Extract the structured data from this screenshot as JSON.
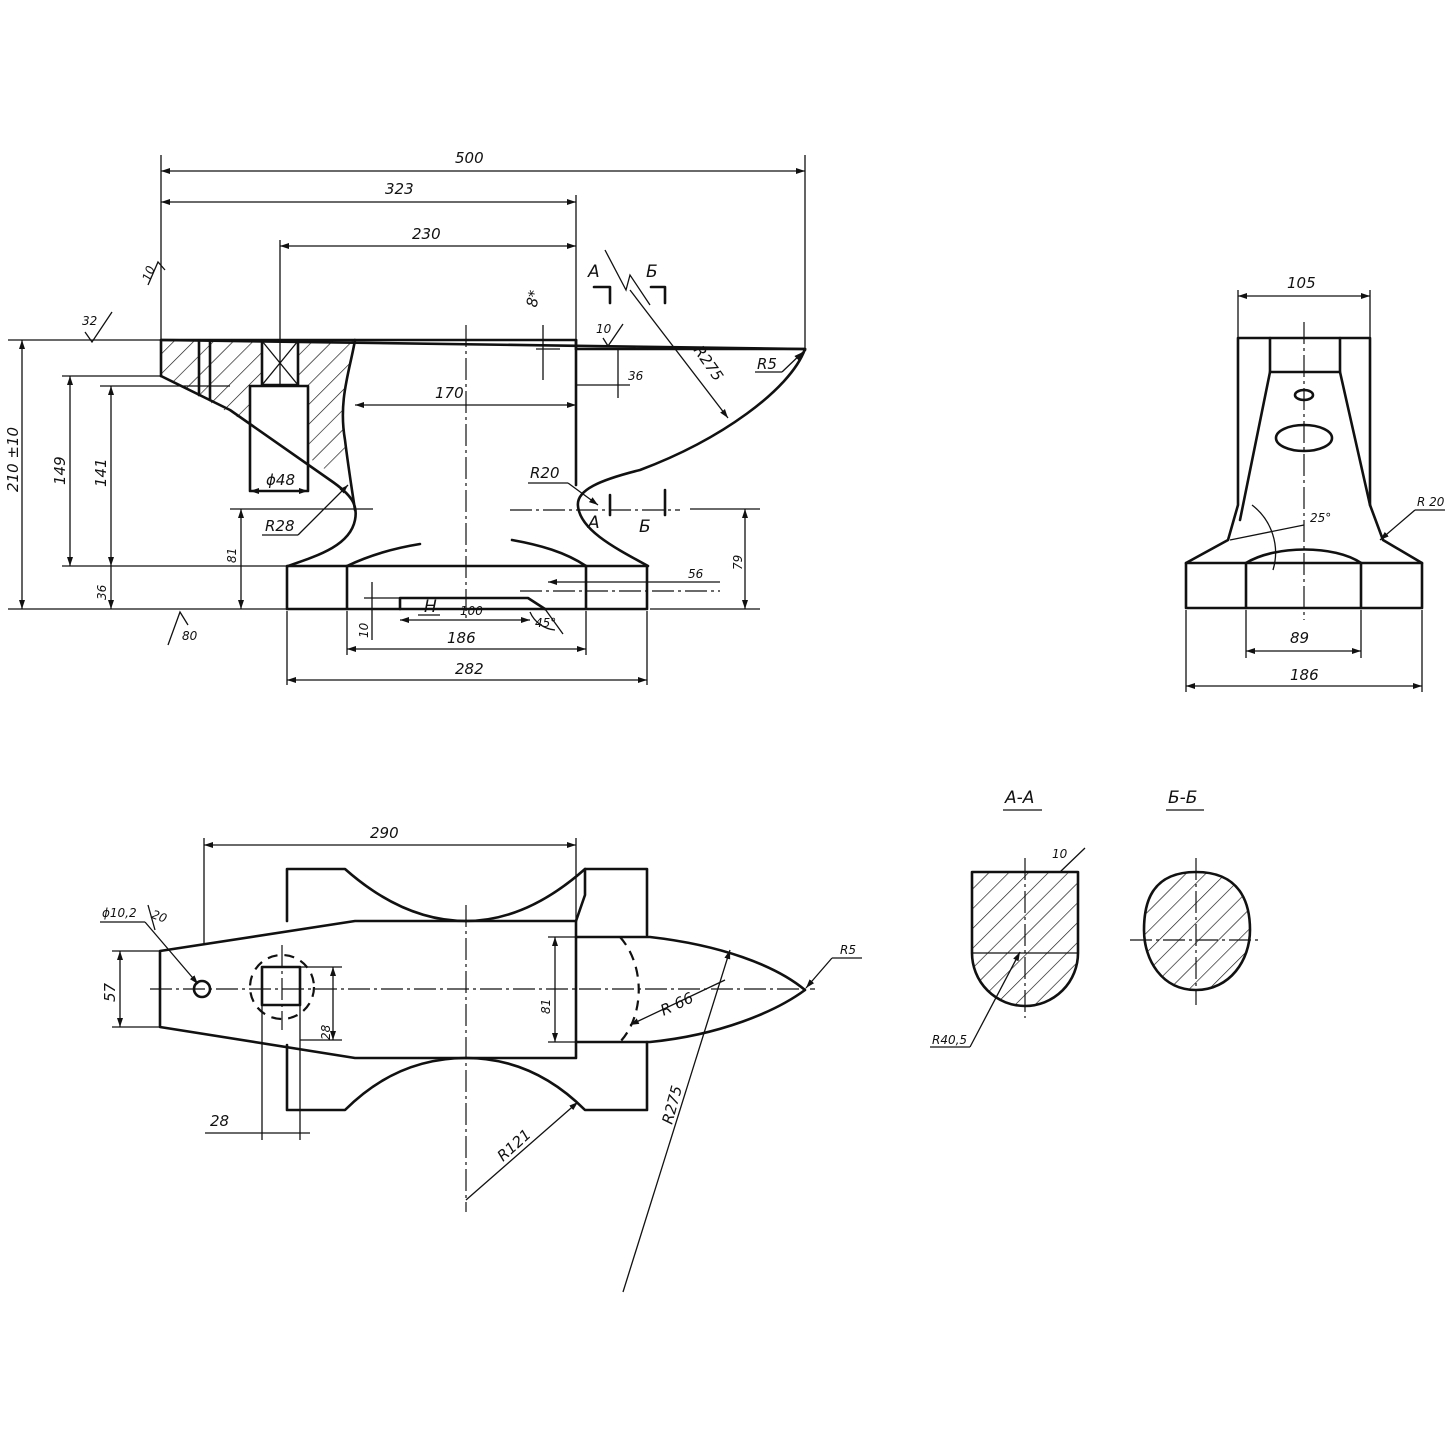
{
  "front_view": {
    "dim_500": "500",
    "dim_323": "323",
    "dim_230": "230",
    "dim_170": "170",
    "dim_8star": "8*",
    "dim_10_side": "10",
    "dim_10_top": "10",
    "dim_36_right": "36",
    "dim_r275": "R275",
    "dim_r5": "R5",
    "dim_r20": "R20",
    "dim_r28": "R28",
    "dim_phi48": "ϕ48",
    "dim_210": "210 ±10",
    "dim_149": "149",
    "dim_141": "141",
    "dim_36_left": "36",
    "dim_81": "81",
    "dim_79": "79",
    "dim_56": "56",
    "dim_10_bottom": "10",
    "dim_h": "H",
    "dim_100": "100",
    "dim_186": "186",
    "dim_282": "282",
    "dim_45": "45°",
    "roughness_32": "32",
    "roughness_80": "80",
    "section_a": "А",
    "section_b": "Б"
  },
  "side_view": {
    "dim_105": "105",
    "dim_r20": "R 20",
    "dim_25deg": "25°",
    "dim_89": "89",
    "dim_186": "186"
  },
  "plan_view": {
    "dim_290": "290",
    "dim_phi102": "ϕ10,2",
    "dim_20": "20",
    "dim_57": "57",
    "dim_28_v": "28",
    "dim_28_h": "28",
    "dim_81": "81",
    "dim_r66": "R 66",
    "dim_r5": "R5",
    "dim_r121": "R121",
    "dim_r275": "R275"
  },
  "sections": {
    "aa_title": "А-А",
    "bb_title": "Б-Б",
    "dim_10": "10",
    "dim_r405": "R40,5"
  }
}
